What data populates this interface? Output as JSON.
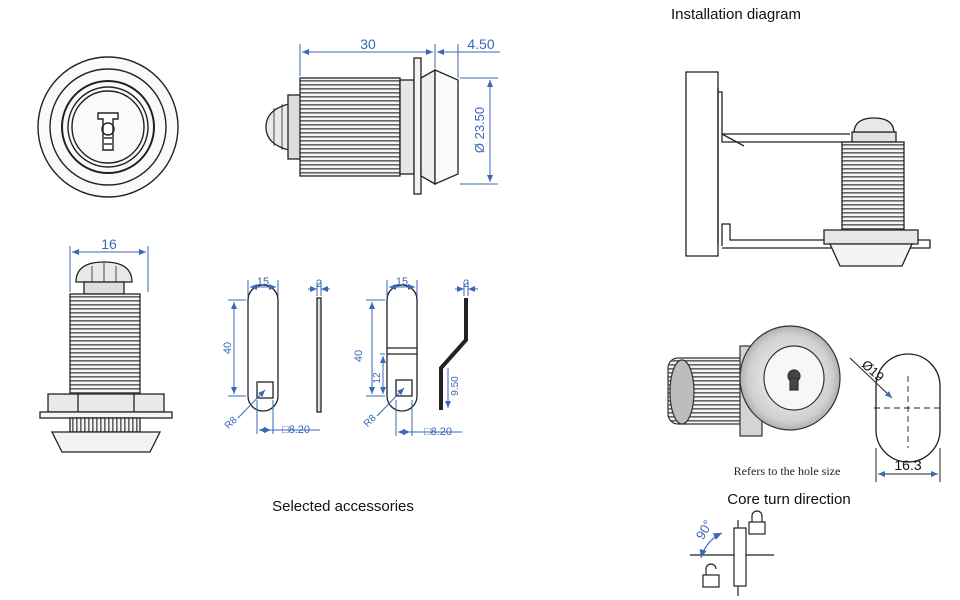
{
  "captions": {
    "installation": "Installation diagram",
    "accessories": "Selected accessories",
    "core_turn": "Core turn direction",
    "hole_note": "Refers to the hole size"
  },
  "dimensions": {
    "length": "30",
    "flange": "4.50",
    "diameter": "Ø 23.50",
    "width": "16",
    "cam_a_width": "15",
    "cam_a_thick": "2",
    "cam_a_length": "40",
    "cam_a_square": "□8.20",
    "cam_a_radius": "R8",
    "cam_b_width": "15",
    "cam_b_thick": "2",
    "cam_b_length": "40",
    "cam_b_offset": "12",
    "cam_b_bend": "9.50",
    "cam_b_square": "□8.20",
    "cam_b_radius": "R8",
    "hole_diameter": "Ø19",
    "hole_flat": "16.3",
    "turn_angle": "90°"
  },
  "colors": {
    "line": "#222222",
    "dimension": "#3b67b8",
    "thread": "#555555"
  },
  "icons": [
    "lock-closed-icon",
    "lock-open-icon"
  ]
}
